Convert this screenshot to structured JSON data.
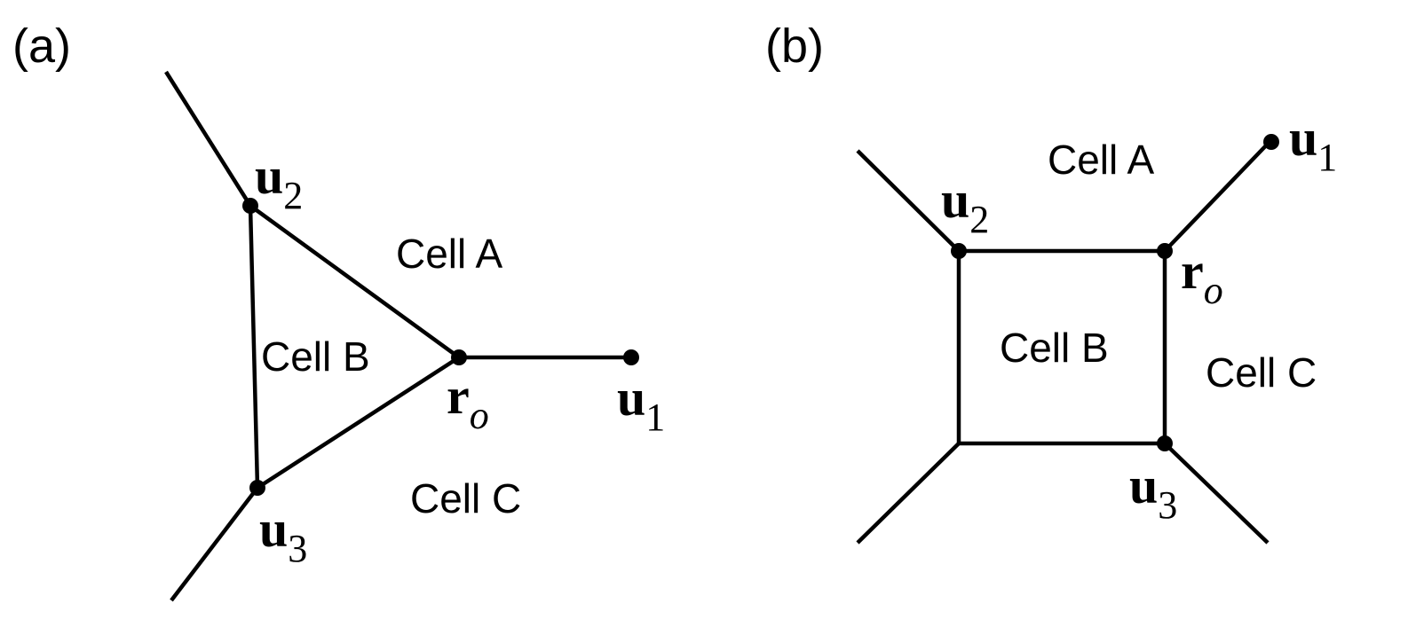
{
  "panels": [
    {
      "label": "(a)",
      "cells": {
        "a": "Cell A",
        "b": "Cell B",
        "c": "Cell C"
      },
      "points": {
        "u1": {
          "base": "u",
          "sub": "1"
        },
        "u2": {
          "base": "u",
          "sub": "2"
        },
        "u3": {
          "base": "u",
          "sub": "3"
        },
        "ro": {
          "base": "r",
          "sub": "o"
        }
      }
    },
    {
      "label": "(b)",
      "cells": {
        "a": "Cell A",
        "b": "Cell B",
        "c": "Cell C"
      },
      "points": {
        "u1": {
          "base": "u",
          "sub": "1"
        },
        "u2": {
          "base": "u",
          "sub": "2"
        },
        "u3": {
          "base": "u",
          "sub": "3"
        },
        "ro": {
          "base": "r",
          "sub": "o"
        }
      }
    }
  ]
}
